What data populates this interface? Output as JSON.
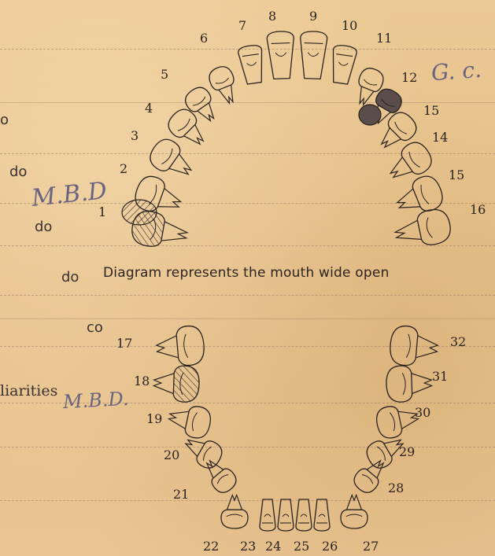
{
  "form": {
    "left_labels": [
      "o",
      "do",
      "do",
      "do",
      "co"
    ],
    "peculiarities_fragment": "liarities",
    "handwritten": {
      "upper_left_note": "M.B.D",
      "upper_right_note": "G. c.",
      "lower_left_note": "M.B.D."
    }
  },
  "diagram": {
    "caption": "Diagram represents the mouth wide open",
    "upper_teeth_numbers": [
      "1",
      "2",
      "3",
      "4",
      "5",
      "6",
      "7",
      "8",
      "9",
      "10",
      "11",
      "12",
      "15",
      "14",
      "15",
      "16"
    ],
    "lower_teeth_numbers": [
      "17",
      "18",
      "19",
      "20",
      "21",
      "22",
      "23",
      "24",
      "25",
      "26",
      "27",
      "28",
      "29",
      "30",
      "31",
      "32"
    ]
  },
  "colors": {
    "paper": "#e9c591",
    "ink": "#2a2320",
    "handwriting": "#6a6480",
    "filled_tooth": "#5a4d4a"
  }
}
